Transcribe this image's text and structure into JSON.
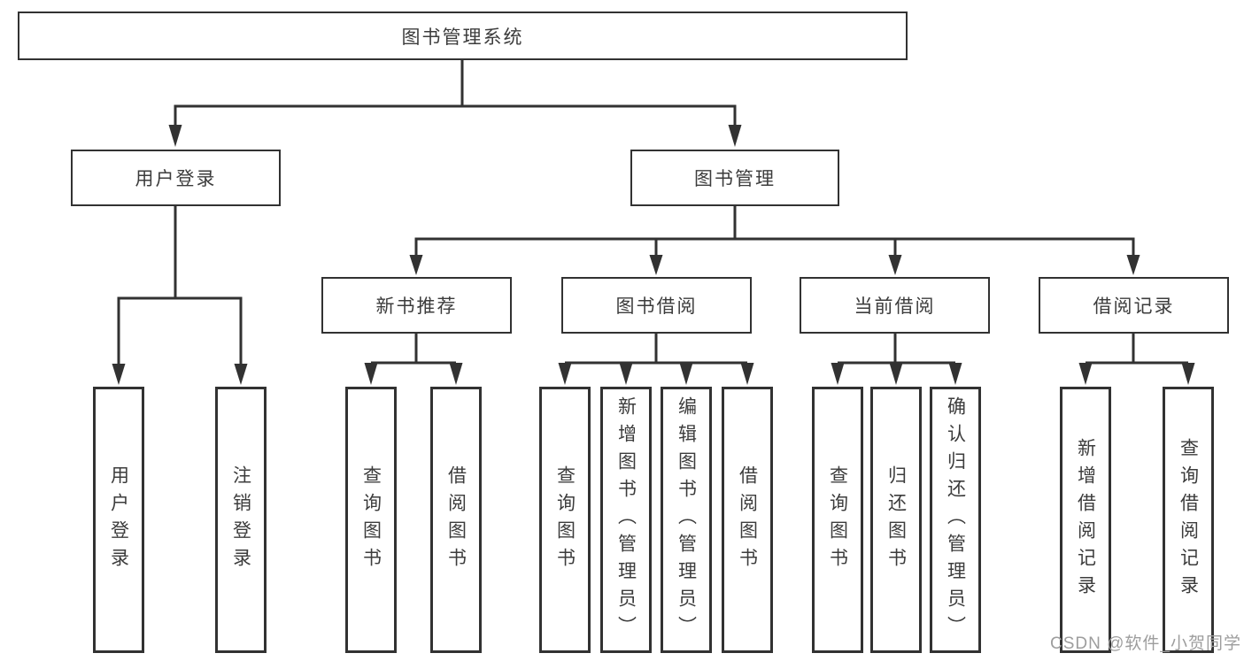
{
  "diagram": {
    "type": "hierarchy-tree",
    "title": "图书管理系统"
  },
  "tree": {
    "root": {
      "label": "图书管理系统"
    },
    "branches": [
      {
        "label": "用户登录",
        "children": [
          {
            "label": "用户登录"
          },
          {
            "label": "注销登录"
          }
        ]
      },
      {
        "label": "图书管理",
        "groups": [
          {
            "label": "新书推荐",
            "children": [
              {
                "label": "查询图书"
              },
              {
                "label": "借阅图书"
              }
            ]
          },
          {
            "label": "图书借阅",
            "children": [
              {
                "label": "查询图书"
              },
              {
                "label": "新增图书（管理员）"
              },
              {
                "label": "编辑图书（管理员）"
              },
              {
                "label": "借阅图书"
              }
            ]
          },
          {
            "label": "当前借阅",
            "children": [
              {
                "label": "查询图书"
              },
              {
                "label": "归还图书"
              },
              {
                "label": "确认归还（管理员）"
              }
            ]
          },
          {
            "label": "借阅记录",
            "children": [
              {
                "label": "新增借阅记录"
              },
              {
                "label": "查询借阅记录"
              }
            ]
          }
        ]
      }
    ]
  },
  "watermark": {
    "text": "CSDN @软件_小贺同学"
  },
  "colors": {
    "line": "#323232",
    "text": "#3c3c3c",
    "watermark": "#9d9d9d",
    "bg": "#ffffff"
  }
}
